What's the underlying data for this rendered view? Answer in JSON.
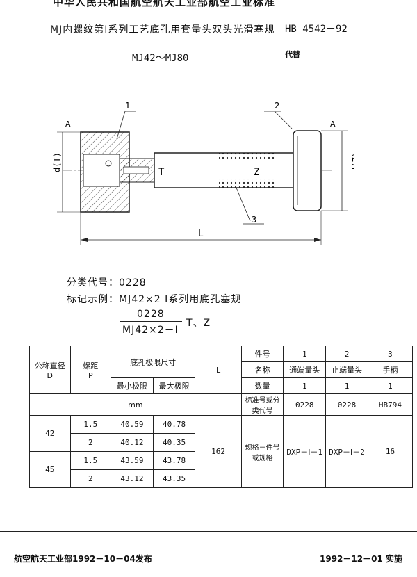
{
  "header": {
    "org_line": "中华人民共和国航空航天工业部航空工业标准",
    "title": "MJ内螺纹第Ⅰ系列工艺底孔用套量头双头光滑塞规",
    "code": "HB 4542－92",
    "range": "MJ42～MJ80",
    "replaces": "代替"
  },
  "drawing": {
    "callout_1": "1",
    "callout_2": "2",
    "callout_3": "3",
    "label_T": "T",
    "label_Z": "Z",
    "label_L": "L",
    "dim_left": "d(T)",
    "dim_right": "d(Z)",
    "datum_left": "A",
    "datum_right": "A"
  },
  "text": {
    "class_code_line": "分类代号：0228",
    "example_line": "标记示例：MJ42×2  Ⅰ系列用底孔塞规",
    "frac_top": "0228",
    "frac_bottom": "MJ42×2－Ⅰ",
    "frac_suffix": "T、Z"
  },
  "table": {
    "h_nominal": "公称直径",
    "h_nominal_sym": "D",
    "h_pitch": "螺距",
    "h_pitch_sym": "P",
    "h_limits": "底孔极限尺寸",
    "h_min": "最小极限",
    "h_max": "最大极限",
    "h_L": "L",
    "h_unit": "mm",
    "r_part": "件号",
    "r_name": "名称",
    "r_qty": "数量",
    "r_code": "标准号或分类代号",
    "r_spec": "规格－件号或规格",
    "parts": [
      "1",
      "2",
      "3"
    ],
    "names": [
      "通端量头",
      "止端量头",
      "手柄"
    ],
    "qty": [
      "1",
      "1",
      "1"
    ],
    "codes": [
      "0228",
      "0228",
      "HB794"
    ],
    "specs": [
      "DXP－Ⅰ－1",
      "DXP－Ⅰ－2",
      "16"
    ],
    "L_value": "162",
    "d42": "42",
    "d45": "45",
    "rows": [
      {
        "p": "1.5",
        "min": "40.59",
        "max": "40.78"
      },
      {
        "p": "2",
        "min": "40.12",
        "max": "40.35"
      },
      {
        "p": "1.5",
        "min": "43.59",
        "max": "43.78"
      },
      {
        "p": "2",
        "min": "43.12",
        "max": "43.35"
      }
    ]
  },
  "footer": {
    "issued": "航空航天工业部1992－10－04发布",
    "effective": "1992－12－01 实施"
  }
}
